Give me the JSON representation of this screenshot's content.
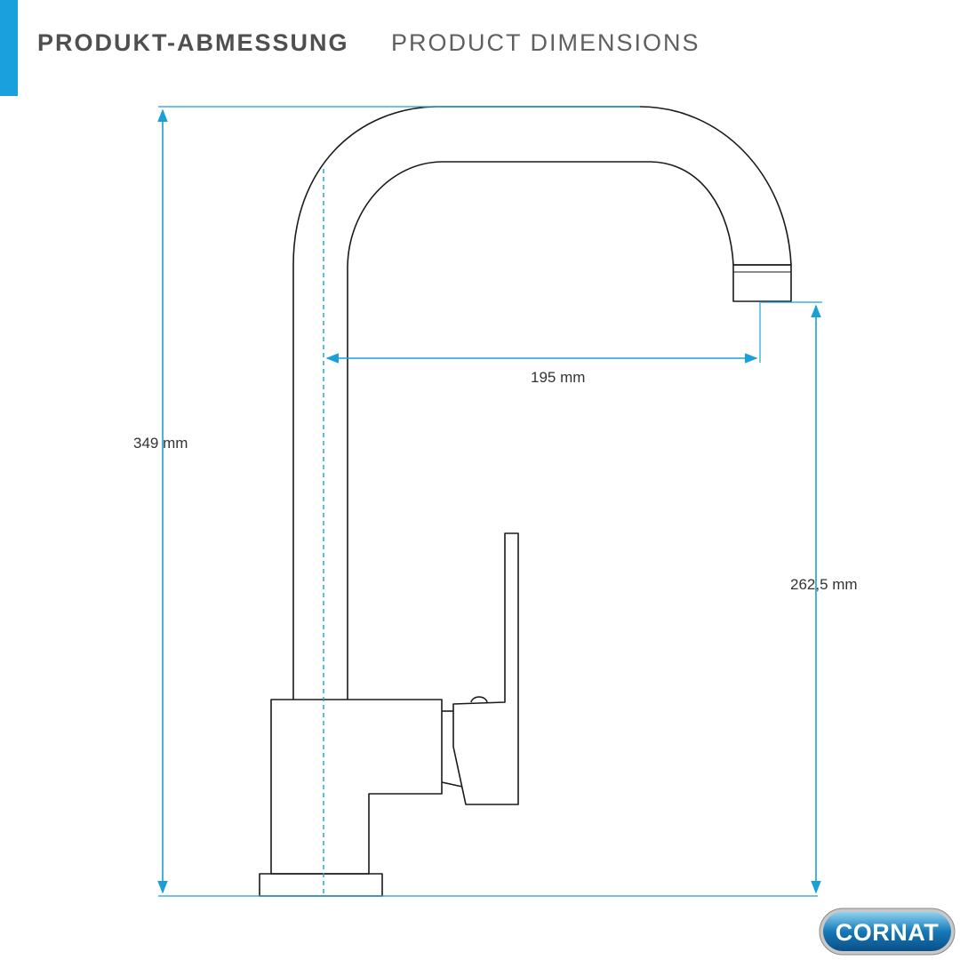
{
  "header": {
    "title_de": "PRODUKT-ABMESSUNG",
    "title_en": "PRODUCT DIMENSIONS"
  },
  "dimensions": {
    "total_height": "349 mm",
    "reach": "195 mm",
    "spout_height": "262,5 mm"
  },
  "brand": {
    "name": "CORNAT"
  },
  "colors": {
    "accent": "#1aa0dc",
    "outline": "#1a1a1a",
    "dimension_line": "#1a9fd6",
    "text": "#4f4f4f"
  }
}
